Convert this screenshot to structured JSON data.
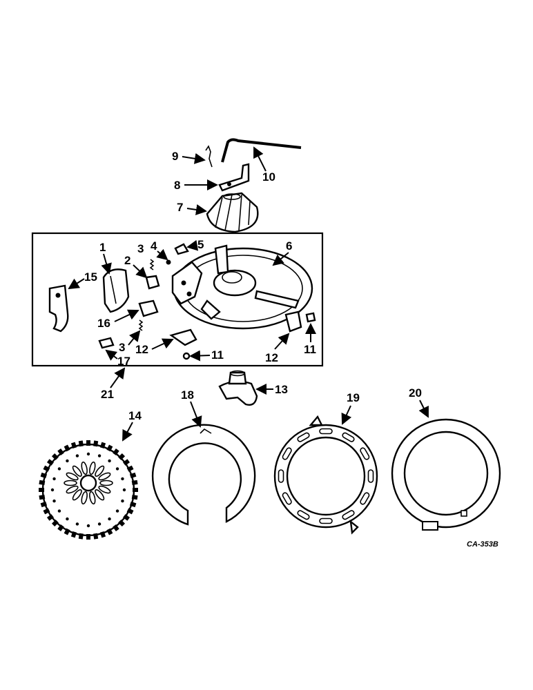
{
  "callouts": {
    "c1": "1",
    "c2": "2",
    "c3a": "3",
    "c3b": "3",
    "c4": "4",
    "c5": "5",
    "c6": "6",
    "c7": "7",
    "c8": "8",
    "c9": "9",
    "c10": "10",
    "c11a": "11",
    "c11b": "11",
    "c12a": "12",
    "c12b": "12",
    "c13": "13",
    "c14": "14",
    "c15": "15",
    "c16": "16",
    "c17": "17",
    "c18": "18",
    "c19": "19",
    "c20": "20",
    "c21": "21"
  },
  "drawing_code": "CA-353B"
}
